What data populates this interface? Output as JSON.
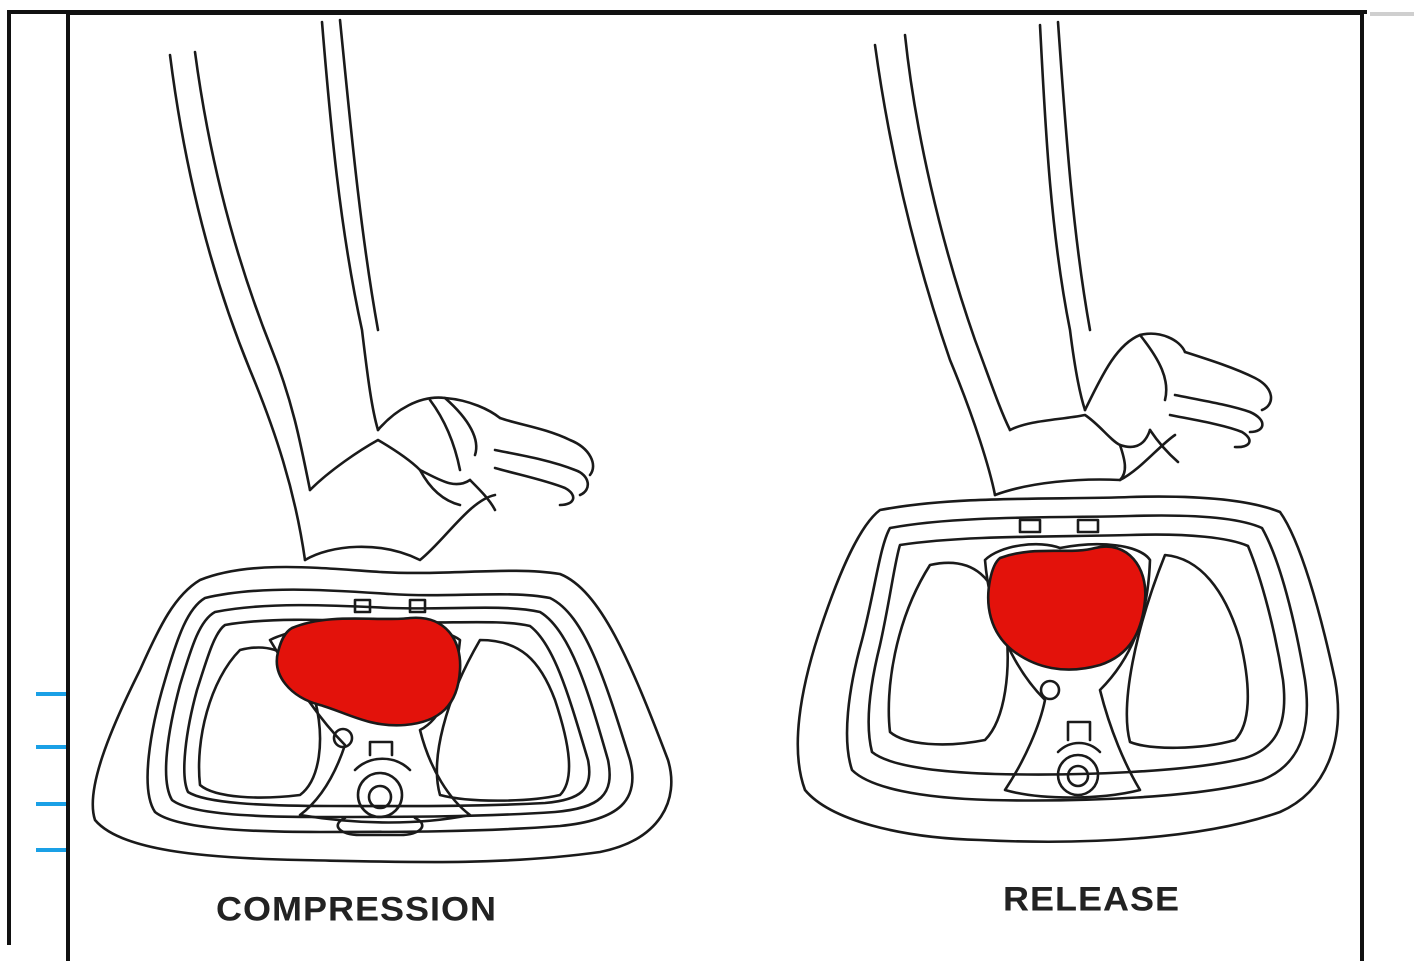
{
  "panels": [
    {
      "id": "compression",
      "caption": "COMPRESSION"
    },
    {
      "id": "release",
      "caption": "RELEASE"
    }
  ],
  "colors": {
    "heart": "#e3120b",
    "line": "#1a1a1a",
    "frame": "#111111",
    "side_ticks": "#1aa0e6"
  },
  "icons": [
    "arm-icon",
    "hand-icon",
    "chest-cross-section-icon",
    "heart-icon",
    "spine-icon"
  ]
}
